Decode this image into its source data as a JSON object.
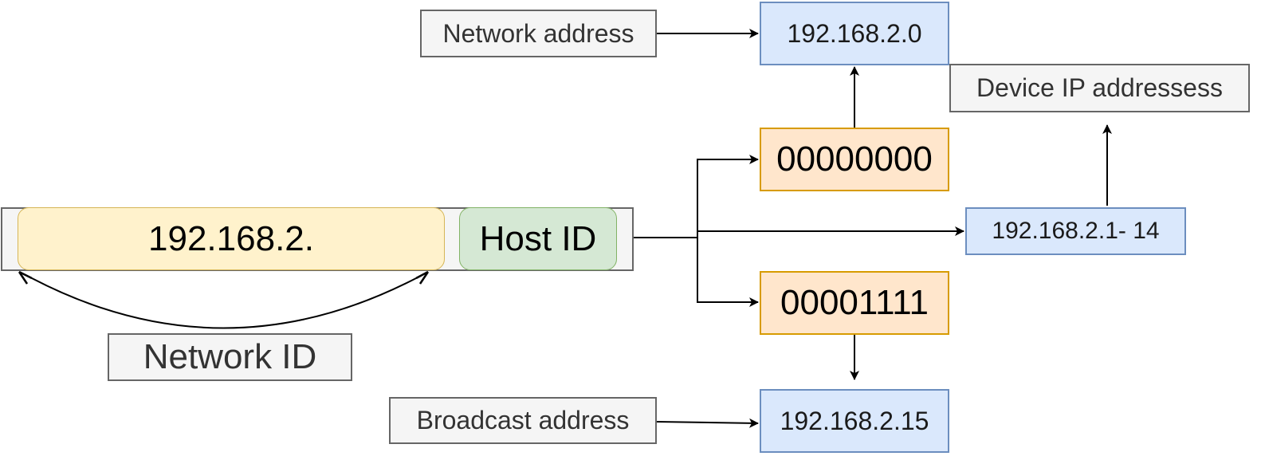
{
  "diagram": {
    "nodes": {
      "network_address_label": "Network address",
      "network_address_value": "192.168.2.0",
      "device_ip_label": "Device IP addressess",
      "host_zero_bits": "00000000",
      "network_part": "192.168.2.",
      "host_id": "Host ID",
      "device_ip_range": "192.168.2.1- 14",
      "host_ones_bits": "00001111",
      "network_id_label": "Network ID",
      "broadcast_address_label": "Broadcast address",
      "broadcast_address_value": "192.168.2.15"
    },
    "colors": {
      "gray_fill": "#f5f5f5",
      "gray_stroke": "#666666",
      "blue_fill": "#dae8fc",
      "blue_stroke": "#6c8ebf",
      "orange_fill": "#ffe6cc",
      "orange_stroke": "#d79b00",
      "yellow_fill": "#fff2cc",
      "yellow_stroke": "#d6b656",
      "green_fill": "#d5e8d4",
      "green_stroke": "#82b366",
      "connector": "#000000"
    }
  }
}
